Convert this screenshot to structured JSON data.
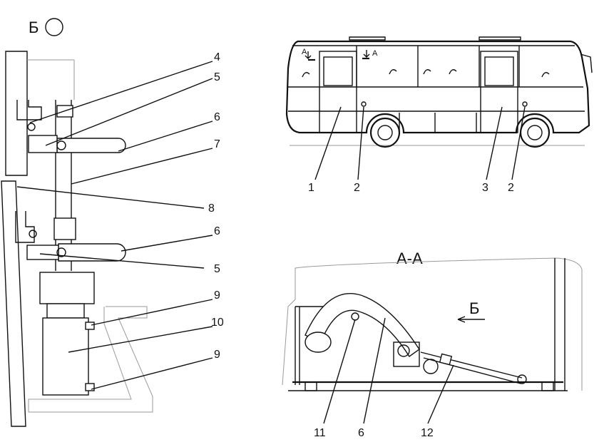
{
  "detail_view": {
    "view_label": "Б"
  },
  "callouts_left": [
    "4",
    "5",
    "6",
    "7",
    "8",
    "6",
    "5",
    "9",
    "10",
    "9"
  ],
  "callouts_bus": [
    "1",
    "2",
    "3",
    "2"
  ],
  "section_marks": [
    "А",
    "А"
  ],
  "section_view": {
    "title": "А-А",
    "view_arrow_label": "Б"
  },
  "callouts_section": [
    "11",
    "6",
    "12"
  ]
}
